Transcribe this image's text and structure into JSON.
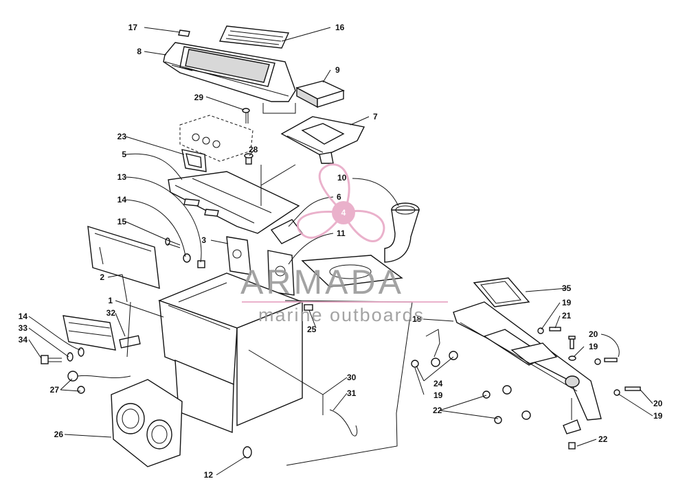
{
  "watermark": {
    "brand": "ARMADA",
    "tagline": "marine outboards",
    "logo_number": "4",
    "logo_color": "#e8a9c6"
  },
  "callouts": {
    "c17": "17",
    "c16": "16",
    "c8": "8",
    "c9": "9",
    "c29": "29",
    "c7": "7",
    "c23": "23",
    "c28": "28",
    "c5": "5",
    "c10": "10",
    "c13": "13",
    "c6": "6",
    "c14a": "14",
    "c15": "15",
    "c11": "11",
    "c3": "3",
    "c2": "2",
    "c35": "35",
    "c1": "1",
    "c32": "32",
    "c19a": "19",
    "c18": "18",
    "c21": "21",
    "c14b": "14",
    "c33": "33",
    "c25": "25",
    "c34": "34",
    "c20a": "20",
    "c19b": "19",
    "c24": "24",
    "c19c": "19",
    "c30": "30",
    "c27": "27",
    "c31": "31",
    "c22a": "22",
    "c20b": "20",
    "c19d": "19",
    "c26": "26",
    "c22b": "22",
    "c12": "12"
  },
  "colors": {
    "line": "#111111",
    "watermark_text": "#9a9a9a",
    "watermark_accent": "#e8a9c6",
    "background": "#ffffff"
  }
}
